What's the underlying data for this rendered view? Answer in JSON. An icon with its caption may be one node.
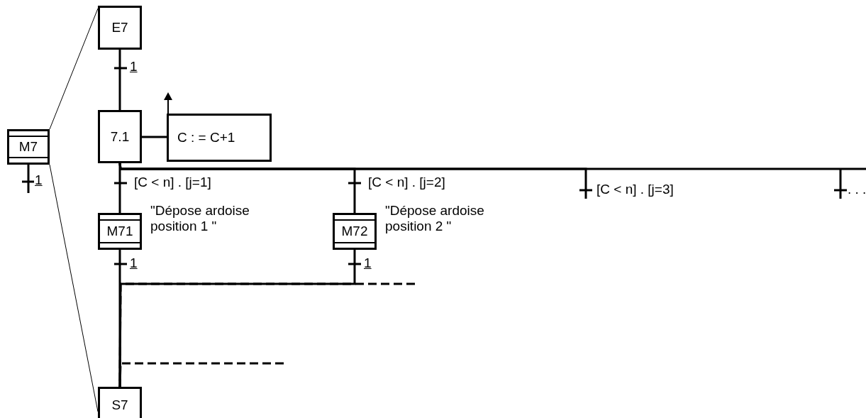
{
  "diagram": {
    "nodes": [
      {
        "text": [
          "E7"
        ]
      },
      {
        "text": [
          "7.1"
        ]
      },
      {
        "text": [
          "C : = C+1"
        ]
      },
      {
        "text": [
          "M7"
        ]
      },
      {
        "text": [
          "M71"
        ],
        "beside": [
          "\"Dépose ardoise position 1 \""
        ]
      },
      {
        "text": [
          "M72"
        ],
        "beside": [
          "\"Dépose ardoise position 2 \""
        ]
      },
      {
        "text": [
          "S7"
        ]
      }
    ],
    "edges": [
      {
        "from": 3,
        "to": 0,
        "arrow": "none"
      },
      {
        "from": 3,
        "to": 6,
        "arrow": "none"
      },
      {
        "from": 3,
        "to": null,
        "arrow": "none",
        "label": "1"
      },
      {
        "from": 0,
        "to": 1,
        "arrow": "none",
        "label": "1"
      },
      {
        "from": 1,
        "to": 2,
        "arrow": "none"
      },
      {
        "from": 1,
        "to": 4,
        "arrow": "none",
        "label": "[C < n] . [j=1]"
      },
      {
        "from": 1,
        "to": 5,
        "arrow": "none",
        "label": "[C < n] . [j=2]"
      },
      {
        "from": 1,
        "to": null,
        "arrow": "none",
        "label": "[C < n] . [j=3]"
      },
      {
        "from": 1,
        "to": null,
        "arrow": "none",
        "label": ". . ."
      },
      {
        "from": 4,
        "to": 6,
        "arrow": "none",
        "label": "1"
      },
      {
        "from": 5,
        "to": 6,
        "arrow": "none",
        "label": "1"
      },
      {
        "from": null,
        "to": 6,
        "arrow": "none",
        "style": "dashed"
      },
      {
        "from": null,
        "to": 6,
        "arrow": "none",
        "style": "dashed"
      }
    ]
  }
}
